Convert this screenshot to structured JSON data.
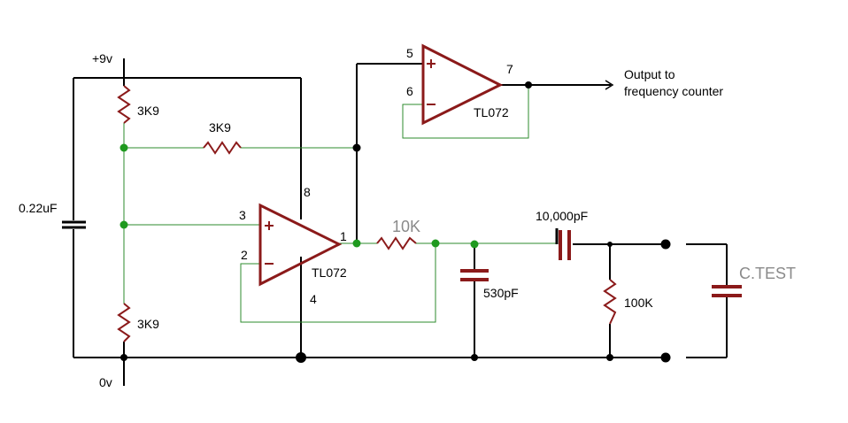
{
  "supply": {
    "positive": "+9v",
    "ground": "0v"
  },
  "resistors": {
    "r_top": "3K9",
    "r_mid": "3K9",
    "r_bottom": "3K9",
    "r_series": "10K",
    "r_shunt": "100K"
  },
  "capacitors": {
    "c_decouple": "0.22uF",
    "c_shunt": "530pF",
    "c_coupling": "10,000pF",
    "c_test": "C.TEST"
  },
  "opamp_lower": {
    "part": "TL072",
    "pin_in_plus": "3",
    "pin_in_minus": "2",
    "pin_out": "1",
    "pin_vcc": "8",
    "pin_gnd": "4"
  },
  "opamp_upper": {
    "part": "TL072",
    "pin_in_plus": "5",
    "pin_in_minus": "6",
    "pin_out": "7"
  },
  "output_label": {
    "line1": "Output to",
    "line2": "frequency counter"
  },
  "colors": {
    "component": "#8b1a1a",
    "node_wire": "#2e8b2e",
    "node_dot": "#1f9a1f",
    "wire": "#000000",
    "grey_label": "#8a8a8a"
  }
}
